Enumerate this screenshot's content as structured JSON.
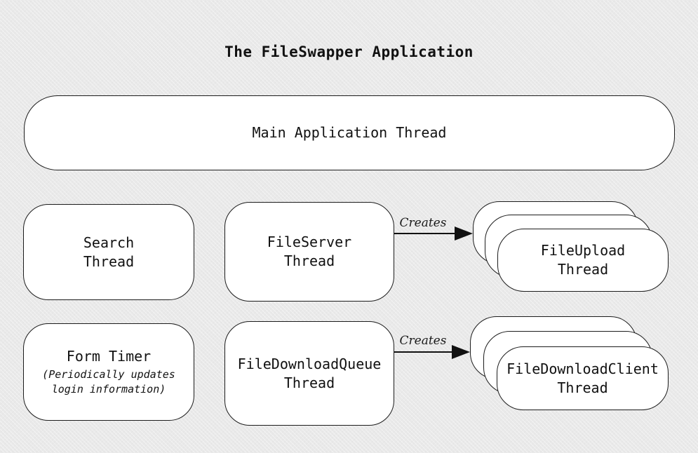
{
  "title": "The FileSwapper Application",
  "main_box": {
    "label": "Main Application Thread"
  },
  "row1": {
    "search": {
      "line1": "Search",
      "line2": "Thread"
    },
    "fileserver": {
      "line1": "FileServer",
      "line2": "Thread"
    },
    "arrow_label": "Creates",
    "fileupload": {
      "line1": "FileUpload",
      "line2": "Thread"
    }
  },
  "row2": {
    "formtimer": {
      "title": "Form Timer",
      "note_line1": "(Periodically updates",
      "note_line2": "login information)"
    },
    "filedownloadqueue": {
      "line1": "FileDownloadQueue",
      "line2": "Thread"
    },
    "arrow_label": "Creates",
    "filedownloadclient": {
      "line1": "FileDownloadClient",
      "line2": "Thread"
    }
  },
  "colors": {
    "background": "#e9e9e9",
    "box_fill": "#ffffff",
    "box_border": "#1c1c1c",
    "text": "#111111",
    "arrow": "#111111"
  }
}
